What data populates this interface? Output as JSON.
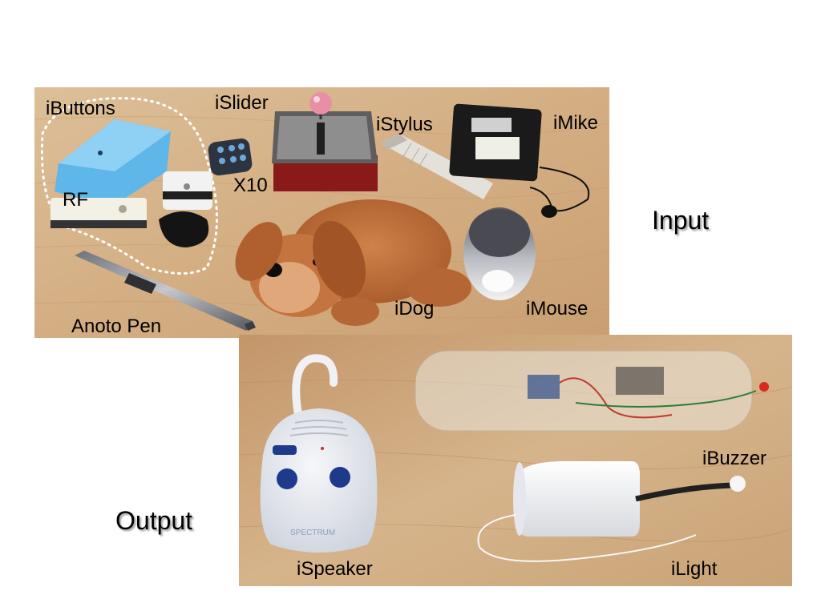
{
  "input_photo": {
    "labels": {
      "ibuttons": "iButtons",
      "islider": "iSlider",
      "istylus": "iStylus",
      "imike": "iMike",
      "x10": "X10",
      "rf": "RF",
      "idog": "iDog",
      "imouse": "iMouse",
      "anoto_pen": "Anoto Pen"
    }
  },
  "output_photo": {
    "labels": {
      "ibuzzer": "iBuzzer",
      "ispeaker": "iSpeaker",
      "ilight": "iLight"
    }
  },
  "captions": {
    "input": "Input",
    "output": "Output"
  },
  "colors": {
    "wood": "#d8b68e",
    "wood_dark": "#b98f62",
    "page_background": "#ffffff"
  }
}
